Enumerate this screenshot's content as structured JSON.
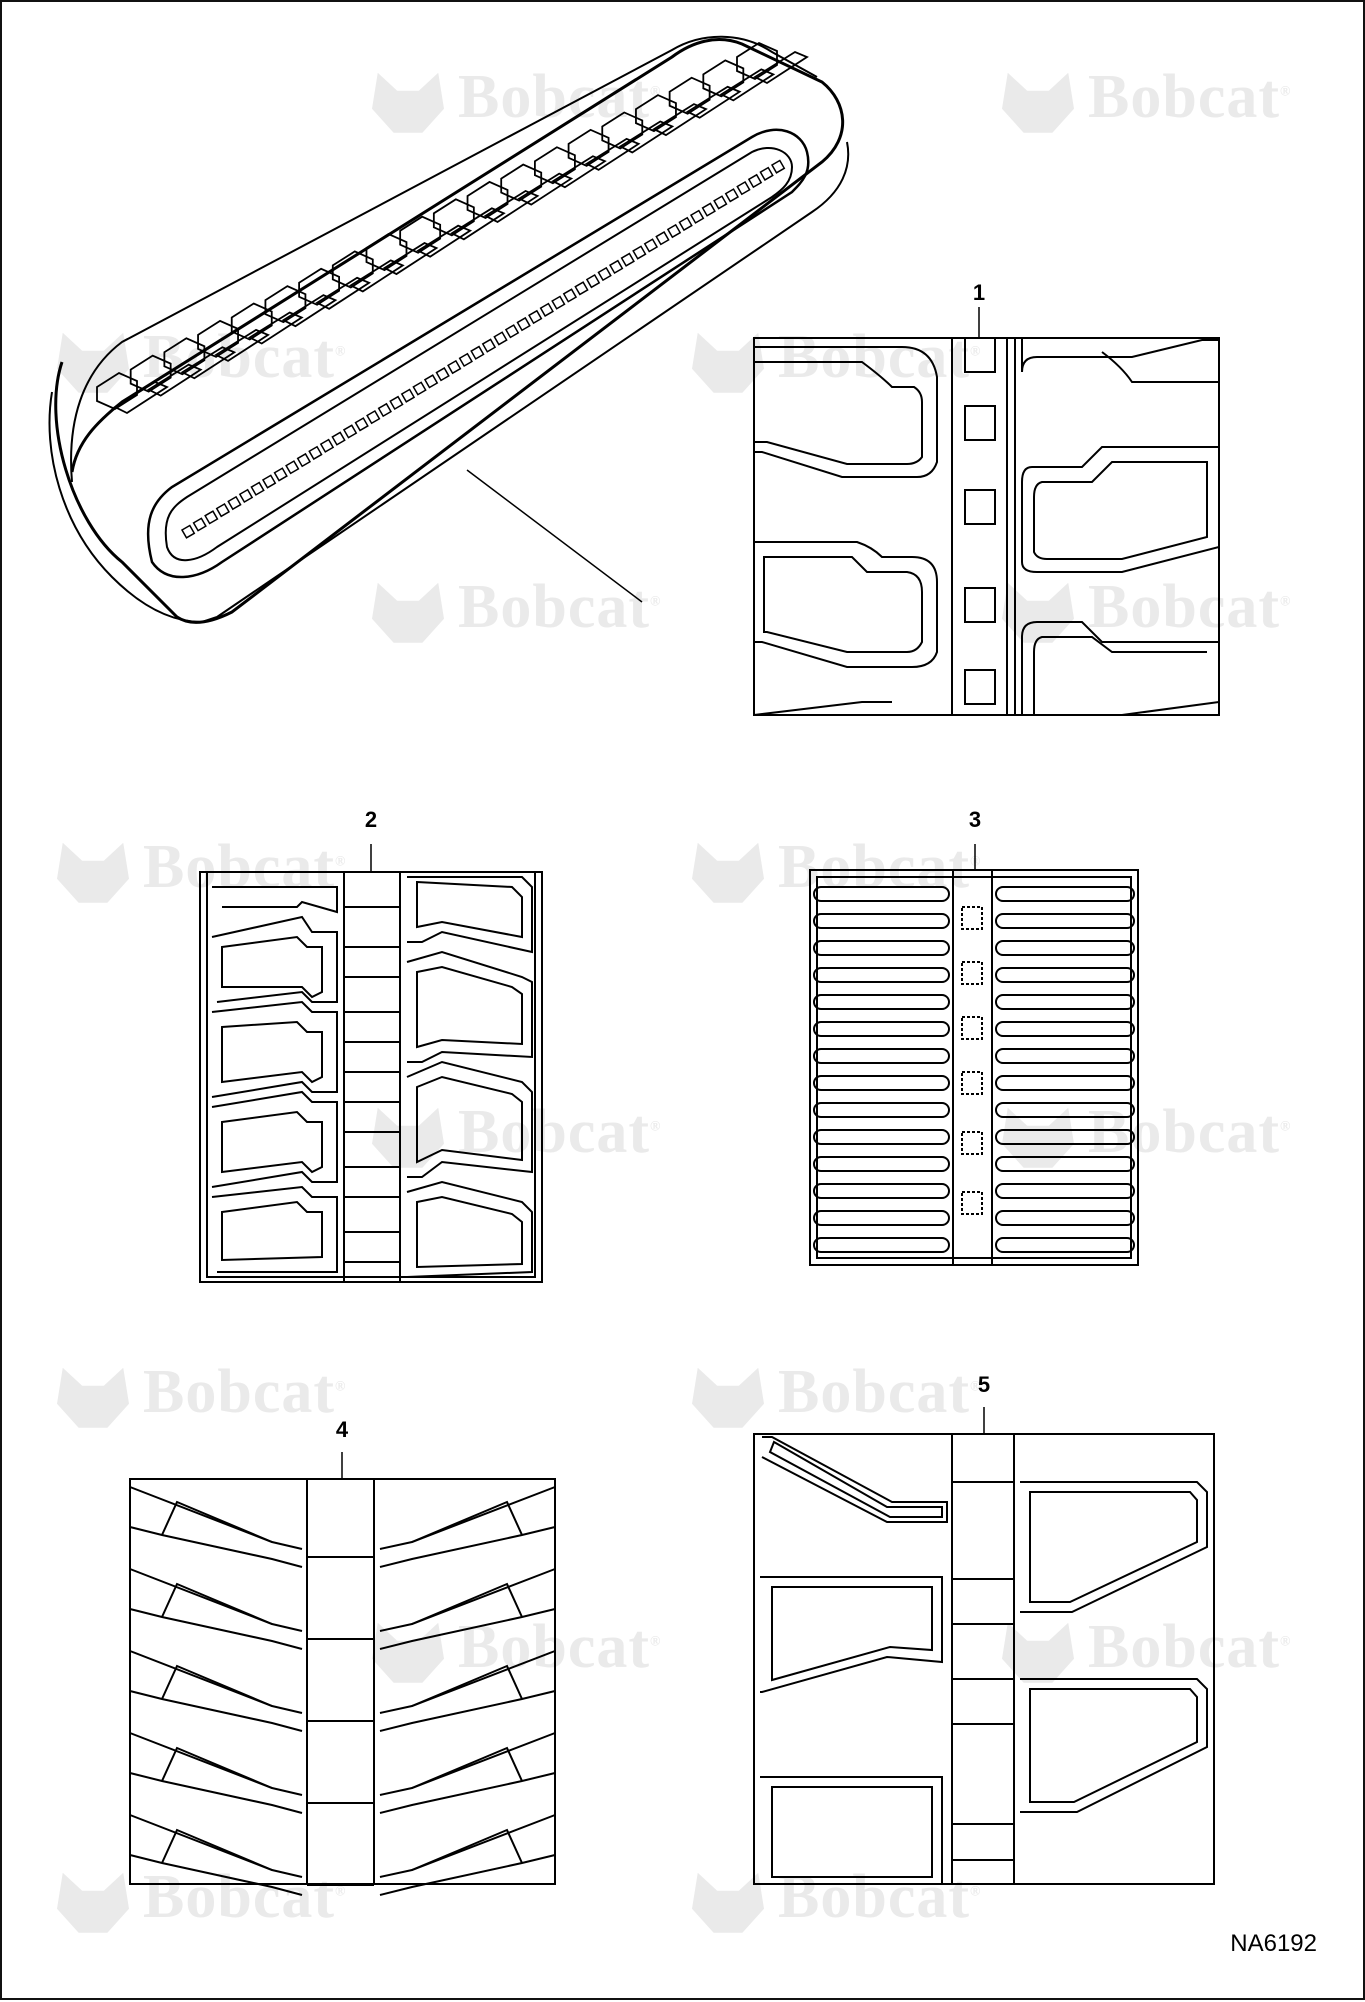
{
  "watermark": {
    "text": "Bobcat",
    "mark": "®",
    "icon": "bobcat-logo-icon"
  },
  "callouts": {
    "c1": "1",
    "c2": "2",
    "c3": "3",
    "c4": "4",
    "c5": "5"
  },
  "drawing_id": "NA6192",
  "colors": {
    "line": "#000000",
    "watermark": "#eaeaea",
    "background": "#ffffff"
  }
}
